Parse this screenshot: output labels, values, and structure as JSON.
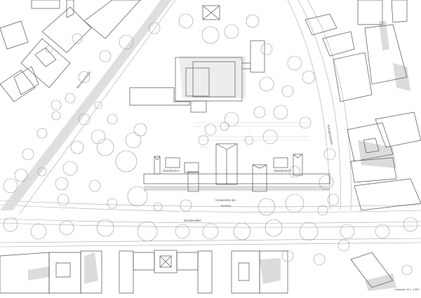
{
  "map": {
    "type": "site plan (Lageplan)",
    "colors": {
      "background": "#ffffff",
      "line": "#555555",
      "tree": "#9a9a9a",
      "shadow": "#dcdcdc",
      "road_line": "#a8a8a8"
    },
    "labels": {
      "building_1": "Übedsume I",
      "building_2": "Übedsume II",
      "university": "Universität der",
      "university_line2": "Künste",
      "street_bottom": "Bundesallee",
      "street_left": "Meinekestraße",
      "street_right": "Schaperstraße",
      "scale": "Lageplan M 1: 1000"
    }
  }
}
